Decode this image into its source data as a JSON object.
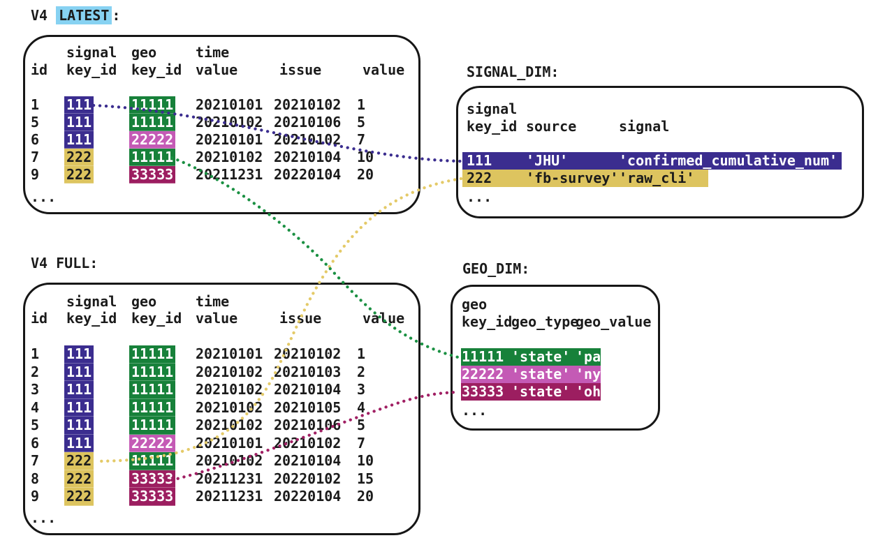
{
  "colors": {
    "ink": "#1b1b1b",
    "highlight_blue": "#87d2f2",
    "indigo": "#3b2d8f",
    "gold": "#ddc45f",
    "green": "#17813a",
    "pink": "#c45ab5",
    "maroon": "#9c1e60"
  },
  "key_styles": {
    "111": {
      "bg": "#3b2d8f",
      "fg": "#ffffff"
    },
    "222": {
      "bg": "#ddc45f",
      "fg": "#1b1b1b"
    },
    "11111": {
      "bg": "#17813a",
      "fg": "#ffffff"
    },
    "22222": {
      "bg": "#c45ab5",
      "fg": "#ffffff"
    },
    "33333": {
      "bg": "#9c1e60",
      "fg": "#ffffff"
    }
  },
  "v4_latest": {
    "title_prefix": "V4 ",
    "title_highlight": "LATEST",
    "title_suffix": ":",
    "headers": {
      "h1_signal": "signal",
      "h1_geo": "geo",
      "h1_time": "time",
      "h2_id": "id",
      "h2_signal_key": "key_id",
      "h2_geo_key": "key_id",
      "h2_time_value": "value",
      "h2_issue": "issue",
      "h2_value": "value"
    },
    "rows": [
      {
        "id": "1",
        "signal_key": "111",
        "geo_key": "11111",
        "time_value": "20210101",
        "issue": "20210102",
        "value": "1"
      },
      {
        "id": "5",
        "signal_key": "111",
        "geo_key": "11111",
        "time_value": "20210102",
        "issue": "20210106",
        "value": "5"
      },
      {
        "id": "6",
        "signal_key": "111",
        "geo_key": "22222",
        "time_value": "20210101",
        "issue": "20210102",
        "value": "7"
      },
      {
        "id": "7",
        "signal_key": "222",
        "geo_key": "11111",
        "time_value": "20210102",
        "issue": "20210104",
        "value": "10"
      },
      {
        "id": "9",
        "signal_key": "222",
        "geo_key": "33333",
        "time_value": "20211231",
        "issue": "20220104",
        "value": "20"
      }
    ],
    "ellipsis": "..."
  },
  "v4_full": {
    "title": "V4 FULL:",
    "headers": {
      "h1_signal": "signal",
      "h1_geo": "geo",
      "h1_time": "time",
      "h2_id": "id",
      "h2_signal_key": "key_id",
      "h2_geo_key": "key_id",
      "h2_time_value": "value",
      "h2_issue": "issue",
      "h2_value": "value"
    },
    "rows": [
      {
        "id": "1",
        "signal_key": "111",
        "geo_key": "11111",
        "time_value": "20210101",
        "issue": "20210102",
        "value": "1"
      },
      {
        "id": "2",
        "signal_key": "111",
        "geo_key": "11111",
        "time_value": "20210102",
        "issue": "20210103",
        "value": "2"
      },
      {
        "id": "3",
        "signal_key": "111",
        "geo_key": "11111",
        "time_value": "20210102",
        "issue": "20210104",
        "value": "3"
      },
      {
        "id": "4",
        "signal_key": "111",
        "geo_key": "11111",
        "time_value": "20210102",
        "issue": "20210105",
        "value": "4"
      },
      {
        "id": "5",
        "signal_key": "111",
        "geo_key": "11111",
        "time_value": "20210102",
        "issue": "20210106",
        "value": "5"
      },
      {
        "id": "6",
        "signal_key": "111",
        "geo_key": "22222",
        "time_value": "20210101",
        "issue": "20210102",
        "value": "7"
      },
      {
        "id": "7",
        "signal_key": "222",
        "geo_key": "11111",
        "time_value": "20210102",
        "issue": "20210104",
        "value": "10"
      },
      {
        "id": "8",
        "signal_key": "222",
        "geo_key": "33333",
        "time_value": "20211231",
        "issue": "20220102",
        "value": "15"
      },
      {
        "id": "9",
        "signal_key": "222",
        "geo_key": "33333",
        "time_value": "20211231",
        "issue": "20220104",
        "value": "20"
      }
    ],
    "ellipsis": "..."
  },
  "signal_dim": {
    "title": "SIGNAL_DIM:",
    "headers": {
      "h1_signal": "signal",
      "h2_key": "key_id",
      "h2_source": "source",
      "h2_signal": "signal"
    },
    "rows": [
      {
        "key": "111",
        "source": "'JHU'",
        "signal": "'confirmed_cumulative_num'"
      },
      {
        "key": "222",
        "source": "'fb-survey'",
        "signal": "'raw_cli'"
      }
    ],
    "ellipsis": "..."
  },
  "geo_dim": {
    "title": "GEO_DIM:",
    "headers": {
      "h1_geo": "geo",
      "h2_key": "key_id",
      "h2_type": "geo_type",
      "h2_value": "geo_value"
    },
    "rows": [
      {
        "key": "11111",
        "geo_type": "'state'",
        "geo_value": "'pa'"
      },
      {
        "key": "22222",
        "geo_type": "'state'",
        "geo_value": "'ny'"
      },
      {
        "key": "33333",
        "geo_type": "'state'",
        "geo_value": "'oh'"
      }
    ],
    "ellipsis": "..."
  },
  "connectors": {
    "signal_111": {
      "color": "#3b2d8f"
    },
    "signal_222": {
      "color": "#e4ca68"
    },
    "geo_11111": {
      "color": "#1a9042"
    },
    "geo_33333": {
      "color": "#a01f63"
    }
  }
}
